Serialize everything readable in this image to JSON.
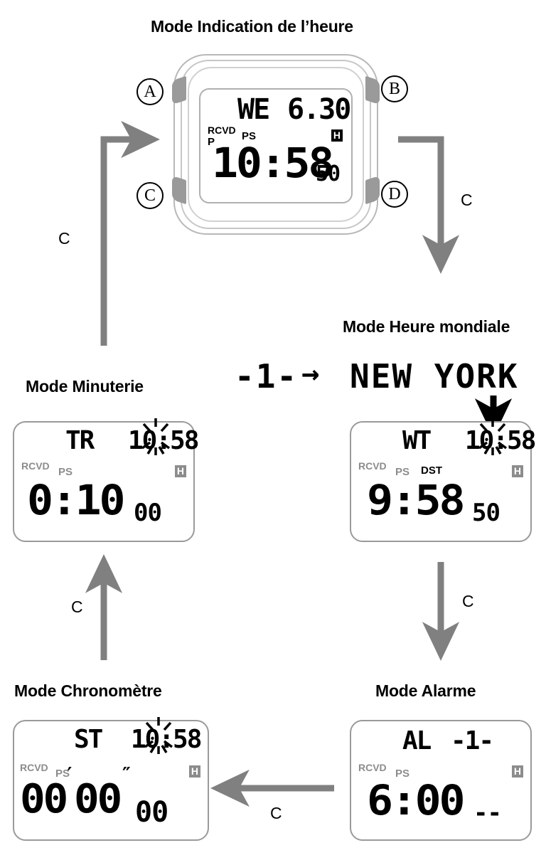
{
  "diagram": {
    "title_time_mode": "Mode Indication de l’heure",
    "title_world_time": "Mode Heure mondiale",
    "title_timer": "Mode Minuterie",
    "title_stopwatch": "Mode Chronomètre",
    "title_alarm": "Mode Alarme",
    "colors": {
      "arrow_gray": "#808080",
      "lcd_gray": "#8c8c8c",
      "case_gray": "#b8b8b8",
      "ink_black": "#000000"
    }
  },
  "watch": {
    "buttons": [
      {
        "id": "A",
        "label": "A",
        "position": "top-left"
      },
      {
        "id": "B",
        "label": "B",
        "position": "top-right"
      },
      {
        "id": "C",
        "label": "C",
        "position": "bottom-left"
      },
      {
        "id": "D",
        "label": "D",
        "position": "bottom-right"
      }
    ],
    "screen": {
      "day": "WE",
      "date": "6.30",
      "indicator_rcvd": "RCVD",
      "indicator_p": "P",
      "indicator_ps": "PS",
      "indicator_h": "H",
      "time_main": "10:58",
      "time_seconds": "50"
    }
  },
  "world_time_header": {
    "zone_offset": "-1-",
    "arrow_glyph": "→",
    "city": "NEW YORK"
  },
  "panels": {
    "timer": {
      "mode_code": "TR",
      "clock": "10:58",
      "indicator_rcvd": "RCVD",
      "indicator_ps": "PS",
      "indicator_h": "H",
      "value_main": "0:10",
      "value_sub": "00"
    },
    "world_time": {
      "mode_code": "WT",
      "clock": "10:58",
      "indicator_rcvd": "RCVD",
      "indicator_ps": "PS",
      "indicator_dst": "DST",
      "indicator_h": "H",
      "value_main": "9:58",
      "value_sub": "50"
    },
    "stopwatch": {
      "mode_code": "ST",
      "clock": "10:58",
      "indicator_rcvd": "RCVD",
      "indicator_ps": "PS",
      "indicator_h": "H",
      "minutes": "00",
      "minutes_mark": "′",
      "seconds": "00",
      "seconds_mark": "″",
      "hundredths": "00"
    },
    "alarm": {
      "mode_code": "AL",
      "alarm_number": "-1-",
      "indicator_rcvd": "RCVD",
      "indicator_ps": "PS",
      "indicator_h": "H",
      "value_main": "6:00",
      "value_sub": "--"
    }
  },
  "flow_labels": {
    "time_to_world": "C",
    "world_to_alarm": "C",
    "alarm_to_stopwatch": "C",
    "stopwatch_to_timer": "C",
    "timer_to_time": "C"
  }
}
